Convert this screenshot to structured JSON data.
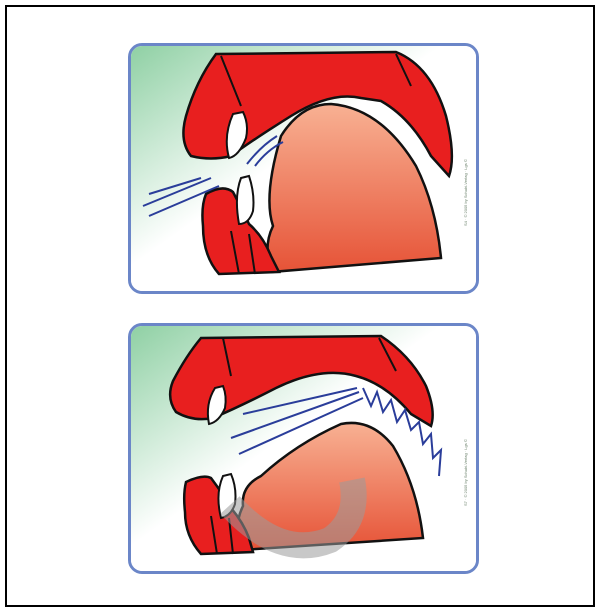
{
  "cards": [
    {
      "id": "top",
      "credit": "S4 · © 2005 by Schubi-Verlag · Lgs ©"
    },
    {
      "id": "bottom",
      "credit": "S7 · © 2005 by Schubi-Verlag · Lgs ©"
    }
  ],
  "colors": {
    "card_border": "#6b86c8",
    "lip_red": "#e81f1f",
    "palate_red": "#c81818",
    "tongue_light": "#f7a888",
    "tongue_dark": "#e85a3a",
    "airflow": "#2a3d9a",
    "background_green": "#9fd6b0"
  }
}
